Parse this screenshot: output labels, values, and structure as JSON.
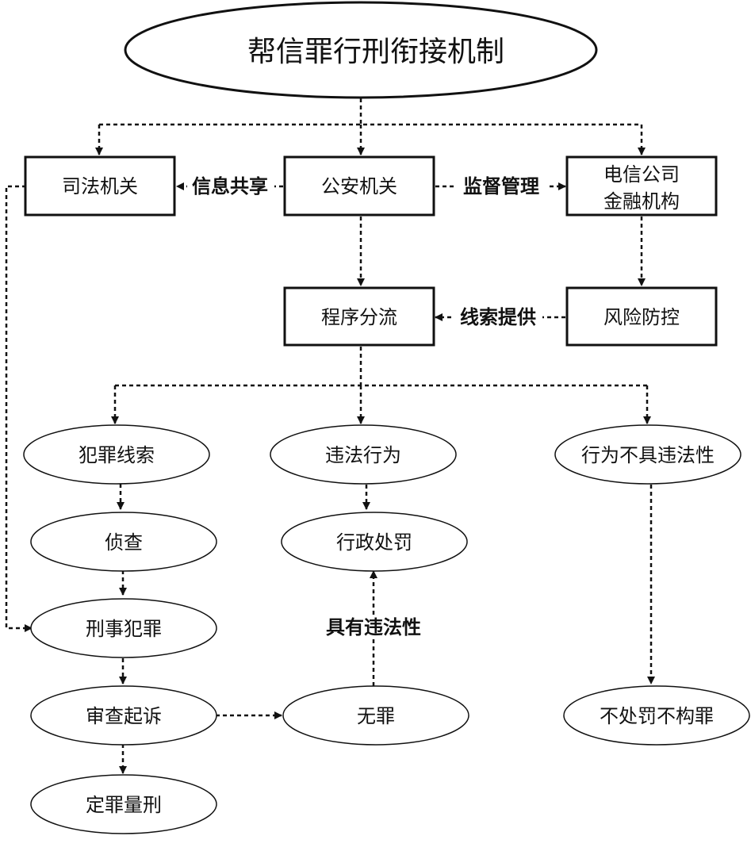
{
  "diagram": {
    "title": "帮信罪行刑衔接机制",
    "nodes": {
      "judicial": "司法机关",
      "police": "公安机关",
      "telecom_line1": "电信公司",
      "telecom_line2": "金融机构",
      "diversion": "程序分流",
      "risk_control": "风险防控",
      "crime_clue": "犯罪线索",
      "illegal_act": "违法行为",
      "not_illegal": "行为不具违法性",
      "investigation": "侦查",
      "admin_penalty": "行政处罚",
      "criminal_offense": "刑事犯罪",
      "review_prosecution": "审查起诉",
      "innocent": "无罪",
      "no_penalty": "不处罚不构罪",
      "sentencing": "定罪量刑"
    },
    "edge_labels": {
      "info_sharing": "信息共享",
      "supervision": "监督管理",
      "clue_provision": "线索提供",
      "has_illegality": "具有违法性"
    }
  }
}
